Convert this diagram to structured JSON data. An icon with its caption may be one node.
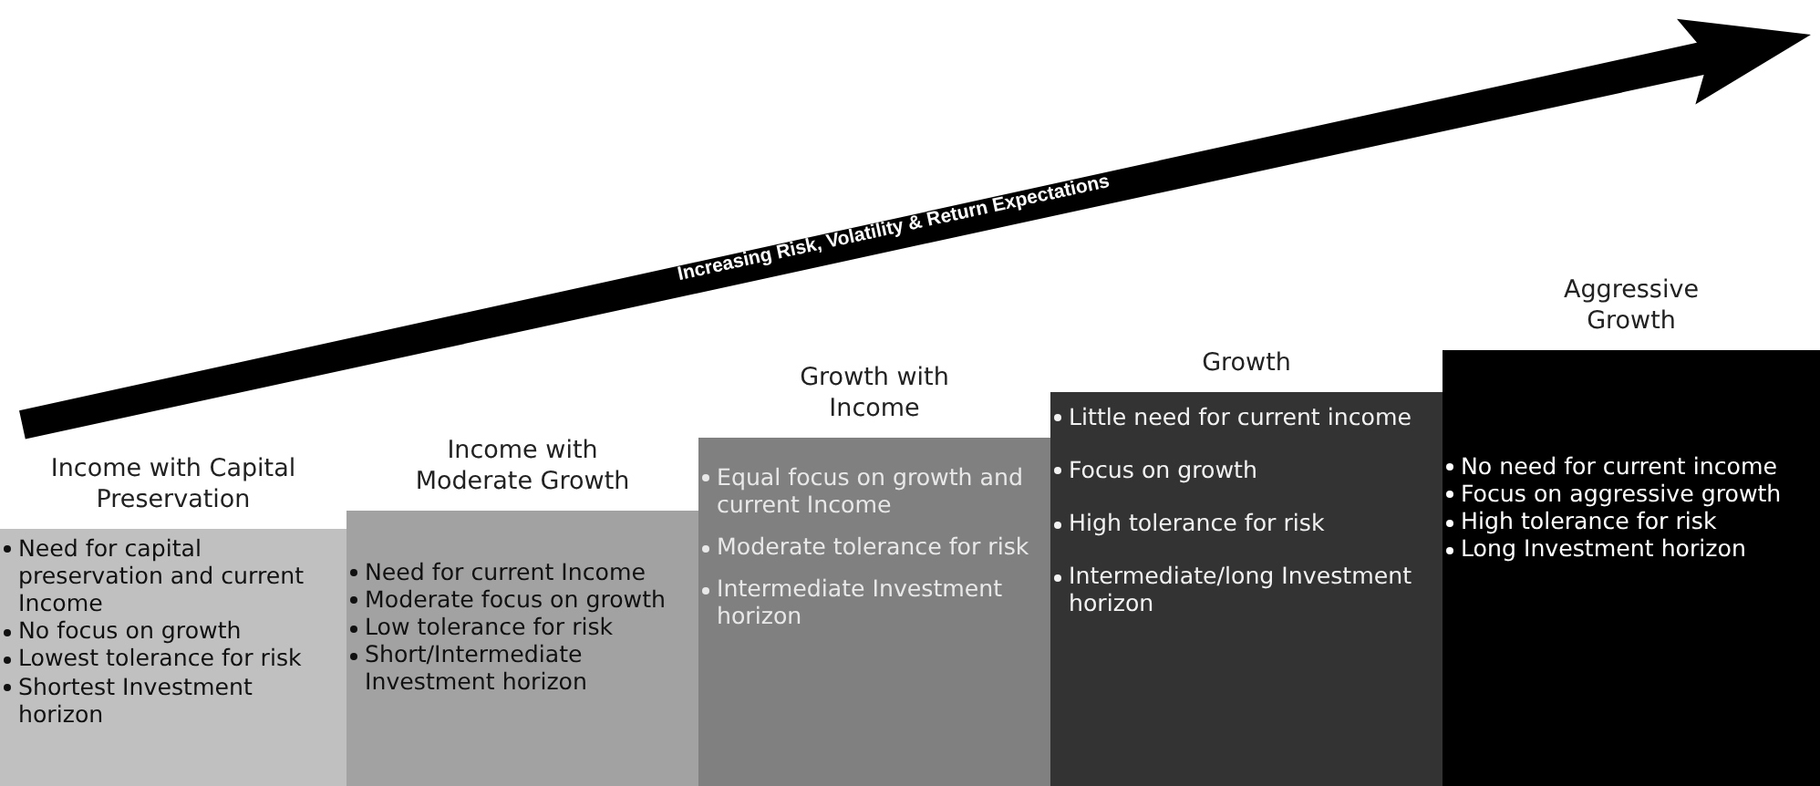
{
  "diagram": {
    "nodes": [
      {
        "text": [
          "Income with Capital Preservation",
          "Need for capital preservation and current Income",
          "No focus on growth",
          "Lowest tolerance for risk",
          "Shortest Investment horizon"
        ]
      },
      {
        "text": [
          "Income with Moderate Growth",
          "Need for current Income",
          "Moderate focus on growth",
          "Low tolerance for risk",
          "Short/Intermediate Investment horizon"
        ]
      },
      {
        "text": [
          "Growth with Income",
          "Equal focus on growth and current Income",
          "Moderate tolerance for risk",
          "Intermediate Investment horizon"
        ]
      },
      {
        "text": [
          "Growth",
          "Little need for current income",
          "Focus on growth",
          "High tolerance for risk",
          "Intermediate/long Investment horizon"
        ]
      },
      {
        "text": [
          "Aggressive Growth",
          "No need for current income",
          "Focus on aggressive growth",
          "High tolerance for risk",
          "Long Investment horizon"
        ]
      }
    ],
    "edges": [],
    "labels": [
      "Increasing Risk, Volatility & Return Expectations"
    ]
  }
}
